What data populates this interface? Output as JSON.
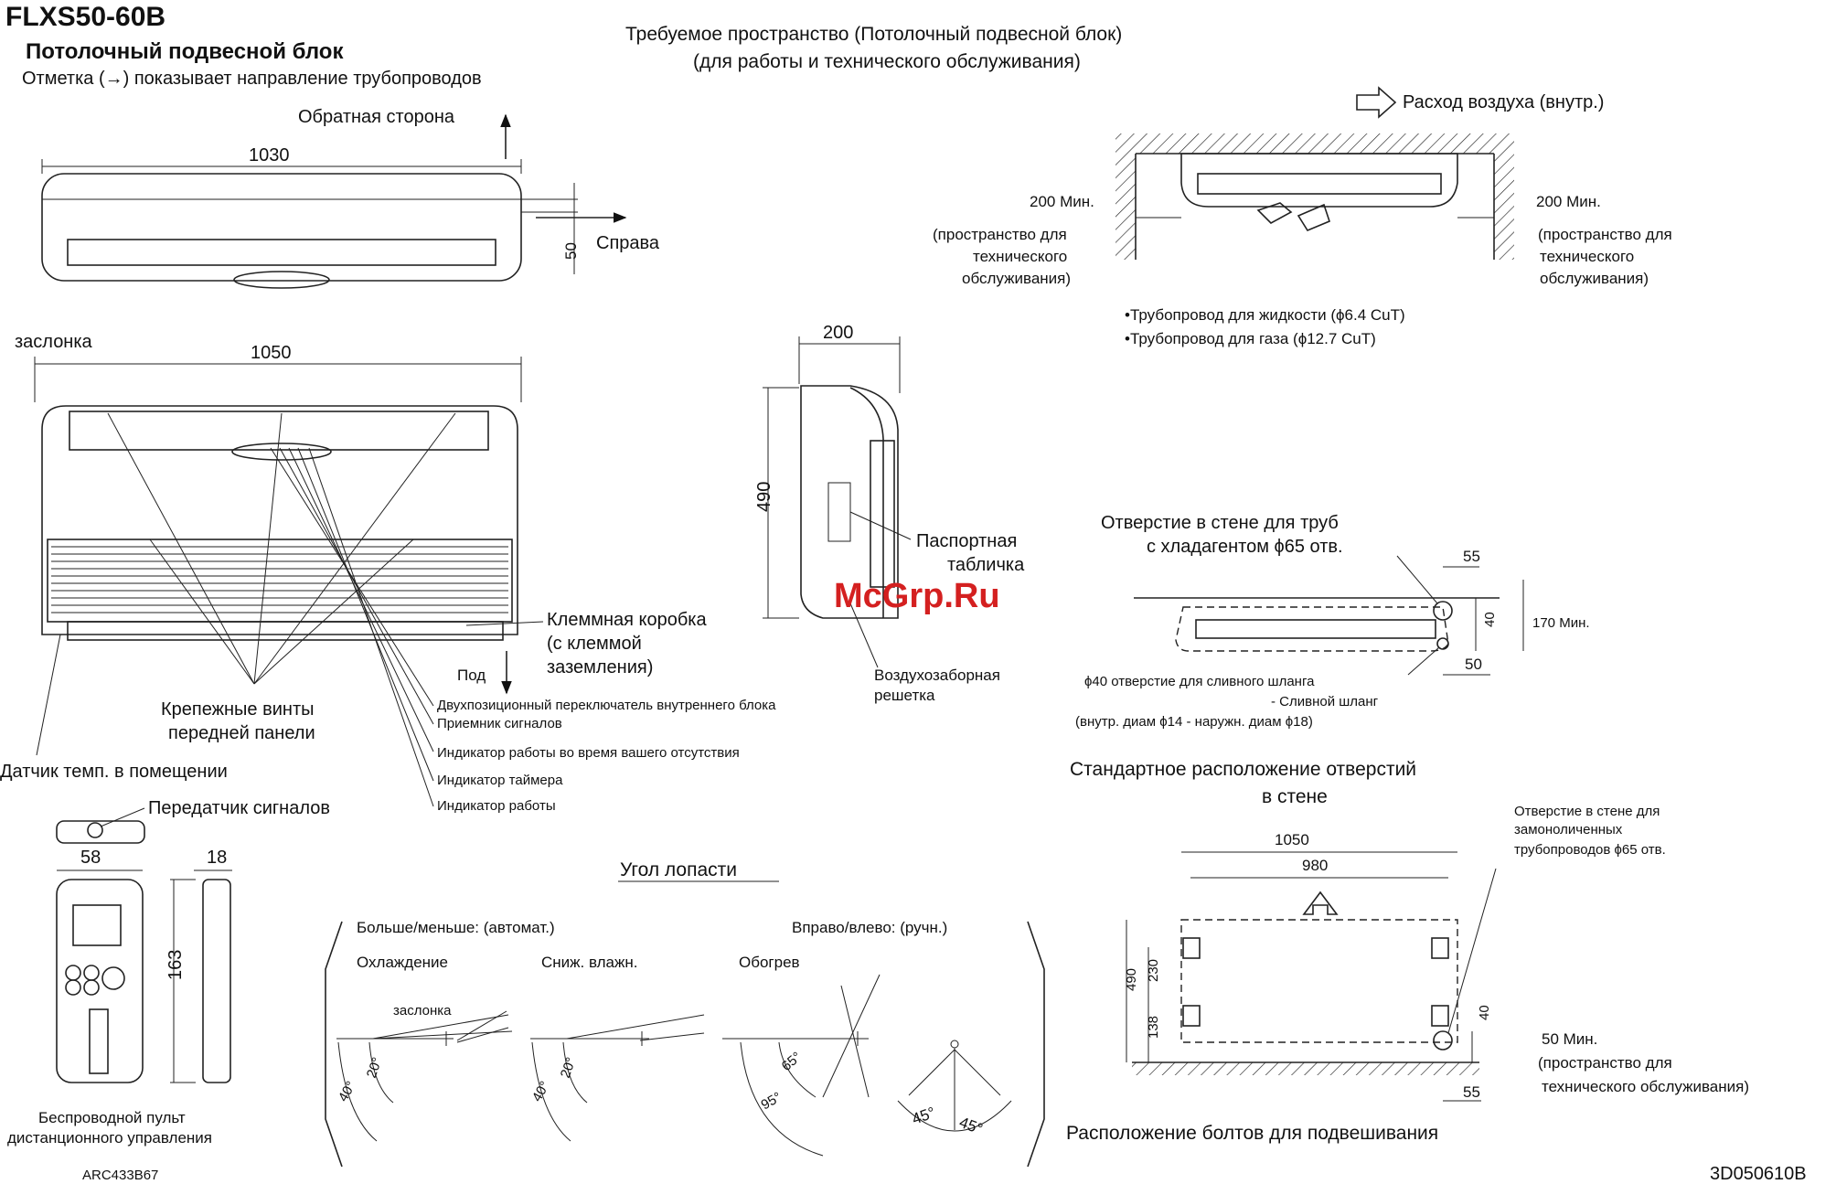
{
  "header": {
    "model": "FLXS50-60B",
    "unit_title": "Потолочный подвесной блок",
    "note": "Отметка (→) показывает направление трубопроводов",
    "space_title_1": "Требуемое пространство (Потолочный подвесной блок)",
    "space_title_2": "(для работы и технического обслуживания)"
  },
  "top_view": {
    "rear_label": "Обратная сторона",
    "width_dim": "1030",
    "right_label": "Справа",
    "depth_dim": "50"
  },
  "front_view": {
    "flap_label": "заслонка",
    "width_dim": "1050",
    "bottom_label": "Под",
    "terminal_1": "Клеммная коробка",
    "terminal_2": "(с клеммой",
    "terminal_3": "заземления)",
    "screws_1": "Крепежные винты",
    "screws_2": "передней панели",
    "temp_sensor": "Датчик темп. в помещении",
    "callouts": [
      "Двухпозиционный переключатель внутреннего блока",
      "Приемник сигналов",
      "Индикатор работы во время вашего отсутствия",
      "Индикатор таймера",
      "Индикатор работы"
    ]
  },
  "side_view": {
    "depth_dim": "200",
    "height_dim": "490",
    "nameplate_1": "Паспортная",
    "nameplate_2": "табличка",
    "intake_1": "Воздухозаборная",
    "intake_2": "решетка",
    "watermark": "McGrp.Ru"
  },
  "remote": {
    "transmitter": "Передатчик сигналов",
    "width_dim": "58",
    "thick_dim": "18",
    "height_dim": "163",
    "caption_1": "Беспроводной пульт",
    "caption_2": "дистанционного управления",
    "model": "ARC433B67"
  },
  "clearance": {
    "airflow": "Расход воздуха (внутр.)",
    "left_min": "200 Мин.",
    "left_1": "(пространство для",
    "left_2": "технического",
    "left_3": "обслуживания)",
    "right_min": "200 Мин.",
    "right_1": "(пространство для",
    "right_2": "технического",
    "right_3": "обслуживания)",
    "pipe_liquid": "•Трубопровод для жидкости (ϕ6.4 CuT)",
    "pipe_gas": "•Трубопровод для газа (ϕ12.7 CuT)"
  },
  "wall_hole": {
    "label_1": "Отверстие в стене для труб",
    "label_2": "с хладагентом ϕ65 отв.",
    "dim_55": "55",
    "dim_40": "40",
    "dim_50": "50",
    "min_170": "170 Мин.",
    "drain_1": "ϕ40 отверстие для сливного шланга",
    "drain_2": "- Сливной шланг",
    "drain_3": "(внутр. диам ϕ14 - наружн. диам ϕ18)"
  },
  "std_layout": {
    "title_1": "Стандартное расположение отверстий",
    "title_2": "в стене",
    "concealed_1": "Отверстие в стене для",
    "concealed_2": "замоноличенных",
    "concealed_3": "трубопроводов ϕ65 отв.",
    "dim_1050": "1050",
    "dim_980": "980",
    "dim_490": "490",
    "dim_230": "230",
    "dim_138": "138",
    "dim_40": "40",
    "dim_55": "55",
    "min_50": "50 Мин.",
    "min_50_1": "(пространство для",
    "min_50_2": "технического обслуживания)",
    "caption": "Расположение болтов для подвешивания"
  },
  "louver": {
    "title": "Угол лопасти",
    "updown": "Больше/меньше: (автомат.)",
    "leftright": "Вправо/влево: (ручн.)",
    "cooling": "Охлаждение",
    "dry": "Сниж. влажн.",
    "heating": "Обогрев",
    "flap": "заслонка",
    "a20": "20°",
    "a40": "40°",
    "b20": "20°",
    "b40": "40°",
    "c65": "65°",
    "c95": "95°",
    "d45a": "45°",
    "d45b": "45°"
  },
  "footer": {
    "doc_no": "3D050610B"
  }
}
